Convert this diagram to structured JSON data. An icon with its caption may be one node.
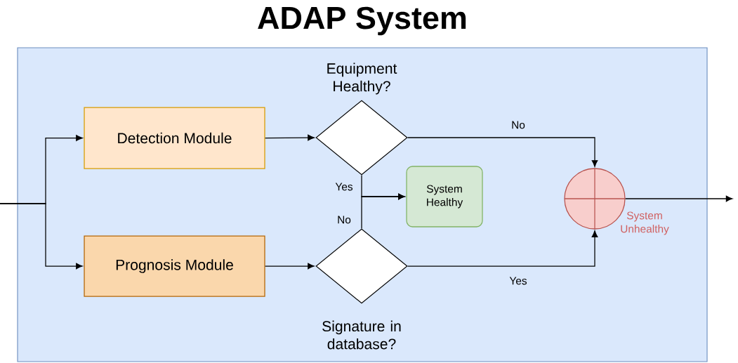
{
  "diagram": {
    "nodes": [
      {
        "text": [
          "ADAP System"
        ]
      },
      {
        "text": [
          "Detection Module"
        ],
        "in": 0
      },
      {
        "text": [
          "Prognosis Module"
        ],
        "in": 0
      },
      {
        "text": [
          "Equipment Healthy?"
        ],
        "in": 0
      },
      {
        "text": [
          "Signature in database?"
        ],
        "in": 0
      },
      {
        "text": [
          "System Healthy"
        ],
        "in": 0
      },
      {
        "text": [],
        "shape": "circle",
        "beside": [
          "System Unhealthy"
        ],
        "in": 0
      }
    ],
    "edges": [
      {
        "from": null,
        "to": 1,
        "arrow": "to"
      },
      {
        "from": null,
        "to": 2,
        "arrow": "to"
      },
      {
        "from": 1,
        "to": 3,
        "arrow": "to"
      },
      {
        "from": 2,
        "to": 4,
        "arrow": "to"
      },
      {
        "from": 3,
        "to": 6,
        "arrow": "to",
        "label": "No"
      },
      {
        "from": 4,
        "to": 6,
        "arrow": "to",
        "label": "Yes"
      },
      {
        "from": 3,
        "to": 5,
        "arrow": "to",
        "label": "Yes"
      },
      {
        "from": 4,
        "to": 5,
        "arrow": "to",
        "label": "No"
      },
      {
        "from": 6,
        "to": null,
        "arrow": "to"
      }
    ]
  }
}
